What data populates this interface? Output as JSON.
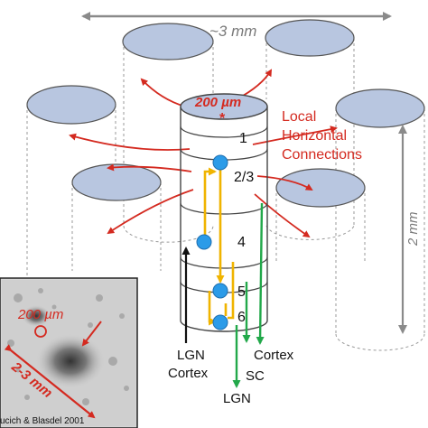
{
  "dimensions": {
    "span_label": "~3 mm",
    "height_label": "2 mm"
  },
  "column": {
    "diameter_label": "200 µm",
    "diameter_marker": "*"
  },
  "horizontal_connections_label": [
    "Local",
    "Horizontal",
    "Connections"
  ],
  "layers": [
    "1",
    "2/3",
    "4",
    "5",
    "6"
  ],
  "inputs": {
    "lgn_cortex_label": [
      "LGN",
      "Cortex"
    ]
  },
  "outputs": {
    "cortex_label": "Cortex",
    "sc_label": "SC",
    "lgn_label": "LGN"
  },
  "inset": {
    "diameter_label": "200 µm",
    "span_label": "2-3 mm",
    "credit_visible": "ucich & Blasdel 2001"
  },
  "colors": {
    "red": "#d42a20",
    "yellow": "#f0b400",
    "green": "#22a84a",
    "cell_blue": "#2b9be8",
    "disk_fill": "#b8c6e0",
    "outline": "#555555",
    "gray_arrow": "#8a8a8a"
  }
}
